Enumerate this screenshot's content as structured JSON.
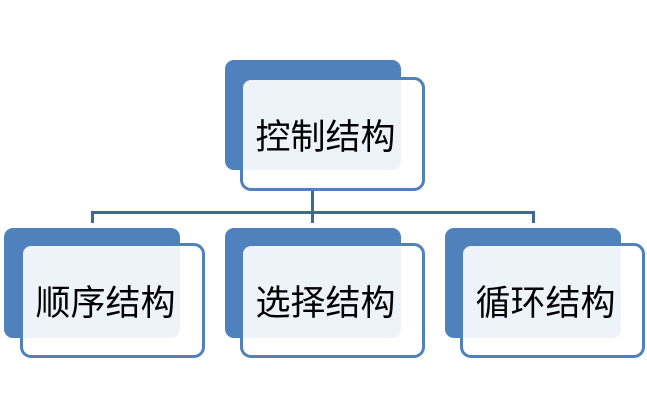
{
  "root": {
    "label": "控制结构"
  },
  "children": [
    {
      "label": "顺序结构"
    },
    {
      "label": "选择结构"
    },
    {
      "label": "循环结构"
    }
  ],
  "colors": {
    "box_fill": "#4f81bd",
    "connector": "#3e6897"
  }
}
